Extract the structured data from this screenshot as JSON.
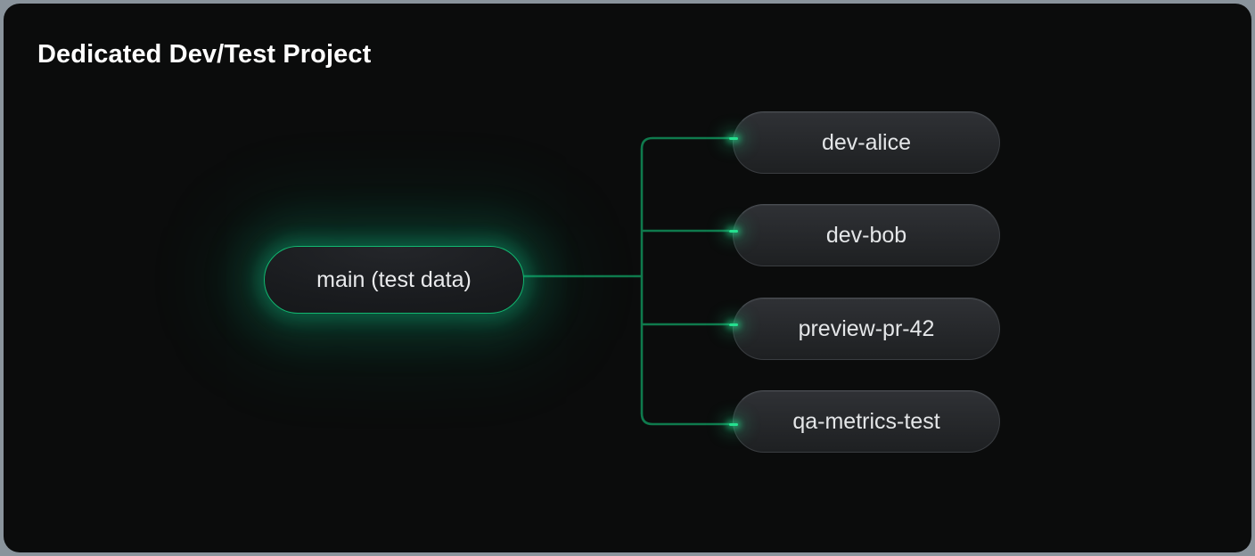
{
  "page": {
    "title": "Dedicated Dev/Test Project",
    "background": "#0b0c0c",
    "outer_background": "#8a949c"
  },
  "colors": {
    "accent_green": "#12b871",
    "wire_green": "#0f7a4d",
    "wire_bright": "#25e08f",
    "node_text": "#e9eaec",
    "child_border": "#3a3d41",
    "title_text": "#ffffff"
  },
  "diagram": {
    "type": "tree",
    "root": {
      "label": "main (test data)",
      "highlighted": true
    },
    "children": [
      {
        "label": "dev-alice"
      },
      {
        "label": "dev-bob"
      },
      {
        "label": "preview-pr-42"
      },
      {
        "label": "qa-metrics-test"
      }
    ]
  }
}
